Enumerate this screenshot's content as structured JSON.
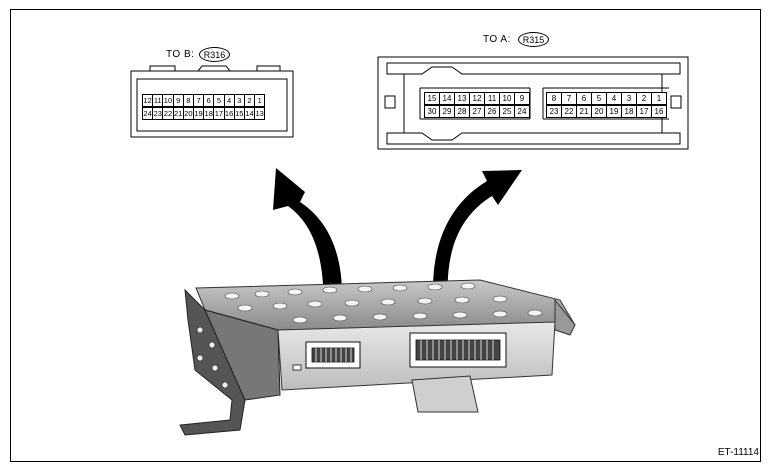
{
  "connector_b": {
    "label": "TO B:",
    "code": "R316",
    "row1": [
      "12",
      "11",
      "10",
      "9",
      "8",
      "7",
      "6",
      "5",
      "4",
      "3",
      "2",
      "1"
    ],
    "row2": [
      "24",
      "23",
      "22",
      "21",
      "20",
      "19",
      "18",
      "17",
      "16",
      "15",
      "14",
      "13"
    ]
  },
  "connector_a": {
    "label": "TO A:",
    "code": "R315",
    "row1_left": [
      "15",
      "14",
      "13",
      "12",
      "11",
      "10",
      "9"
    ],
    "row2_left": [
      "30",
      "29",
      "28",
      "27",
      "26",
      "25",
      "24"
    ],
    "row1_right": [
      "8",
      "7",
      "6",
      "5",
      "4",
      "3",
      "2",
      "1"
    ],
    "row2_right": [
      "23",
      "22",
      "21",
      "20",
      "19",
      "18",
      "17",
      "16"
    ]
  },
  "figure_id": "ET-11114"
}
